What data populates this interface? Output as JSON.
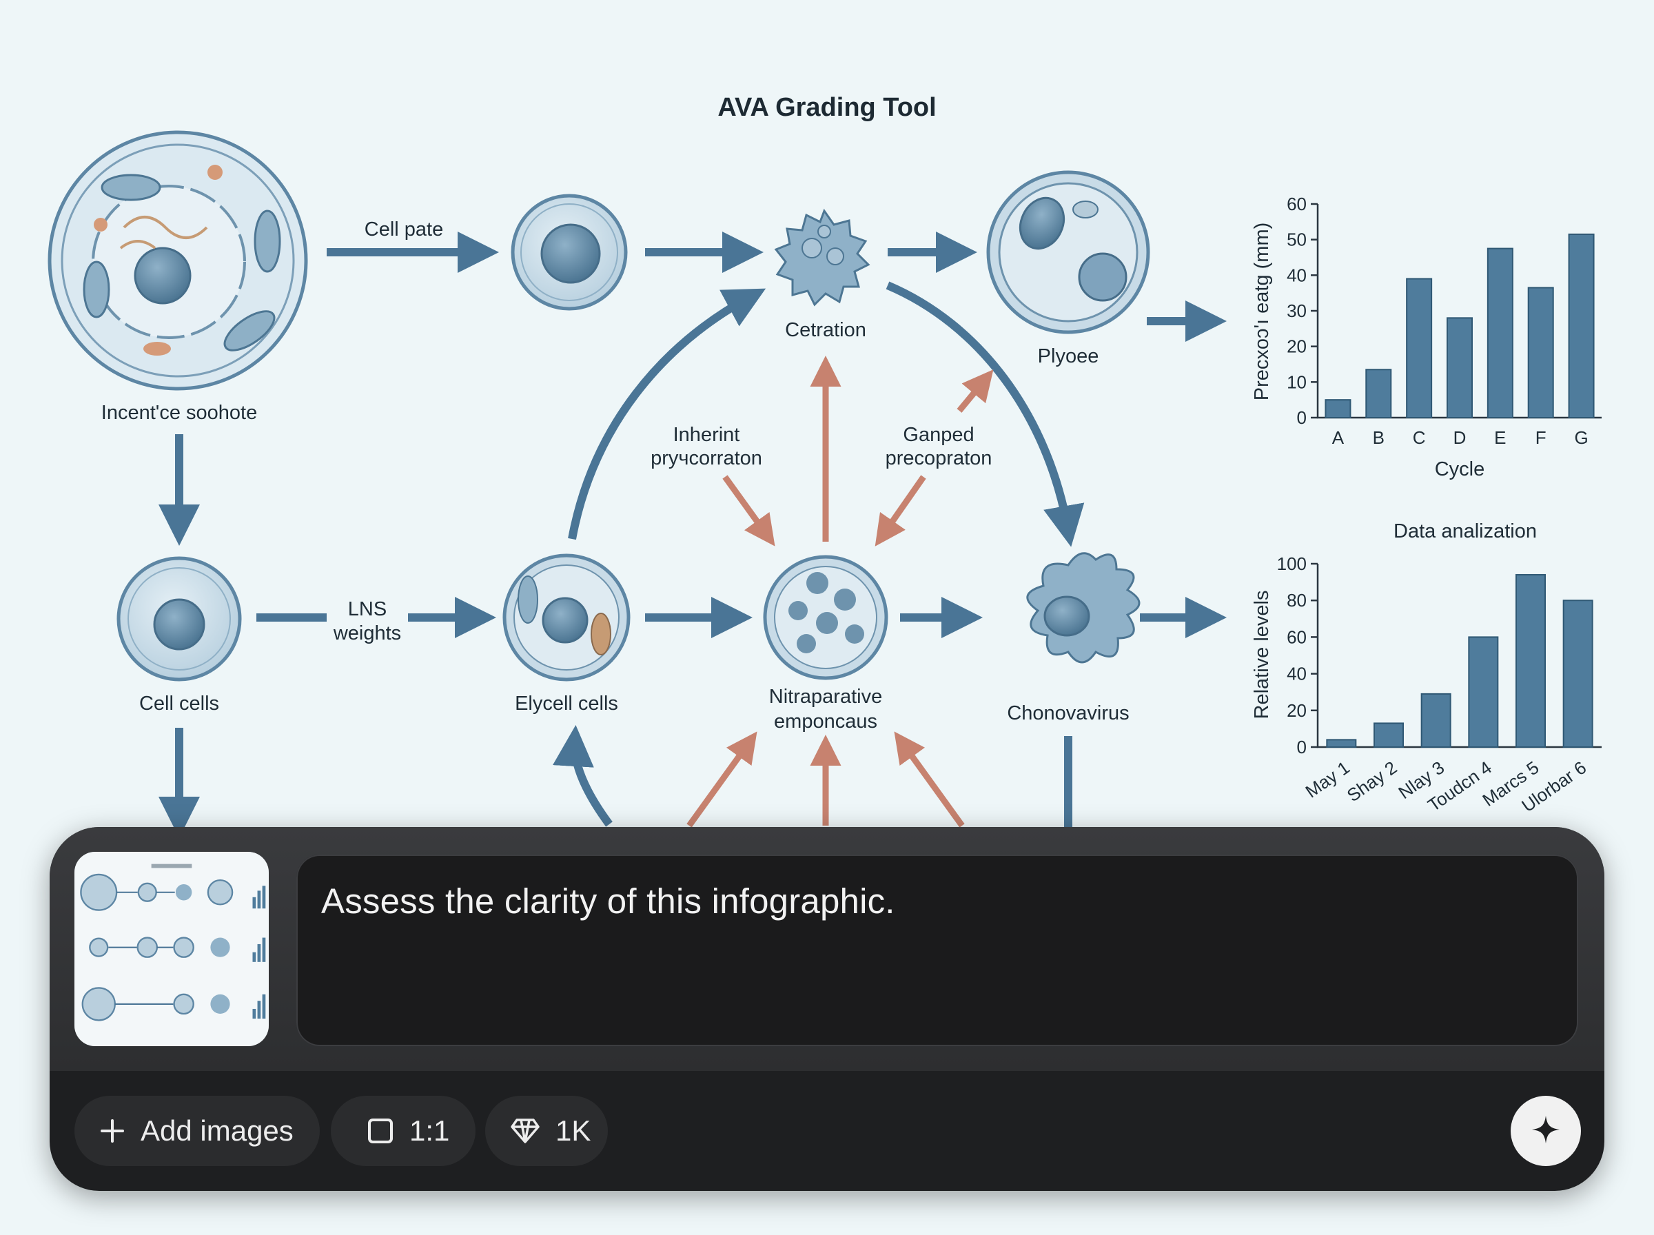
{
  "infographic": {
    "title": "AVA Grading Tool",
    "nodes": {
      "incent": "Incent'ce soohote",
      "cetration": "Cetration",
      "plyoee": "Plyoee",
      "cell_cells": "Cell cells",
      "elycell": "Elycell cells",
      "nitraparative_1": "Nitraparative",
      "nitraparative_2": "emponcaus",
      "chonovavirus": "Chonovavirus"
    },
    "edges": {
      "cell_pate": "Cell pate",
      "lns_1": "LNS",
      "lns_2": "weights",
      "inherint_1": "Inherint",
      "inherint_2": "prучcorraton",
      "ganped_1": "Ganped",
      "ganped_2": "precopraton"
    }
  },
  "chart_data": [
    {
      "type": "bar",
      "title": "",
      "xlabel": "Cycle",
      "ylabel": "Precxoɔ'ı eatg (mm)",
      "categories": [
        "A",
        "B",
        "C",
        "D",
        "E",
        "F",
        "G"
      ],
      "values": [
        5,
        13.5,
        39,
        28,
        47.5,
        36.5,
        51.5
      ],
      "ylim": [
        0,
        60
      ],
      "yticks": [
        "0",
        "10",
        "20",
        "30",
        "40",
        "50",
        "60"
      ],
      "color": "#4f7c9c",
      "grid": false
    },
    {
      "type": "bar",
      "title": "Data analization",
      "xlabel": "",
      "ylabel": "Relative levels",
      "categories": [
        "May 1",
        "Shay 2",
        "Nlay 3",
        "Toudcn 4",
        "Marcs 5",
        "Ulorbar 6"
      ],
      "values": [
        4,
        13,
        29,
        60,
        94,
        80
      ],
      "ylim": [
        0,
        100
      ],
      "yticks": [
        "0",
        "20",
        "40",
        "60",
        "80",
        "100"
      ],
      "color": "#4f7c9c",
      "grid": false
    }
  ],
  "prompt": {
    "text": "Assess the clarity of this infographic.",
    "add_images_label": "Add images",
    "ratio_label": "1:1",
    "quality_label": "1K"
  },
  "colors": {
    "background": "#eef6f8",
    "cell_fill": "#c9dde8",
    "cell_stroke": "#5d86a4",
    "blue_arrow": "#4a7596",
    "red_arrow": "#c7826f",
    "panel": "#1e1f21"
  },
  "icons": {
    "add": "plus-icon",
    "ratio": "square-icon",
    "quality": "diamond-icon",
    "generate": "sparkle-icon"
  }
}
